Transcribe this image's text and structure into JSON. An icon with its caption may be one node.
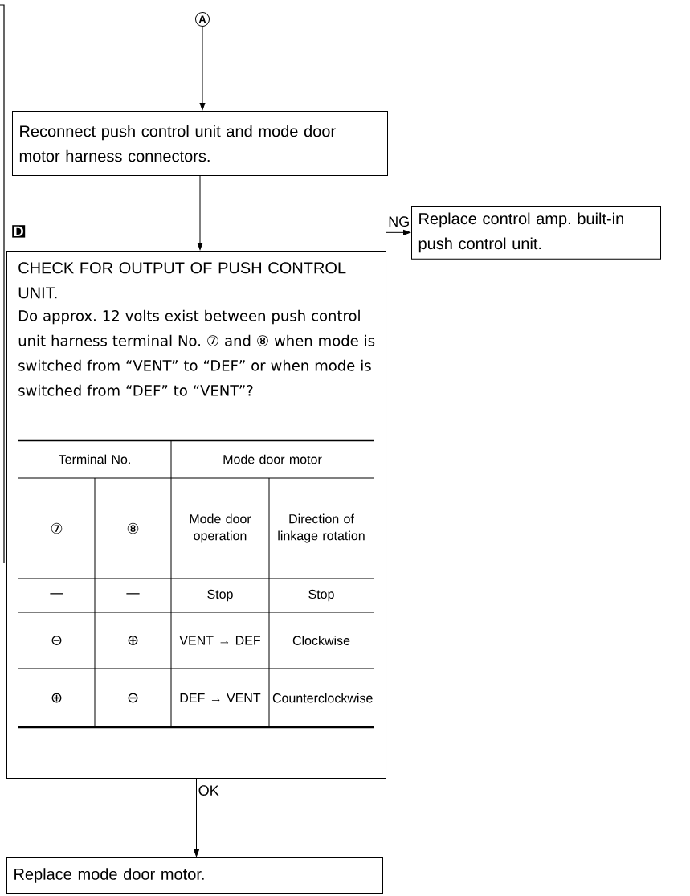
{
  "diagram": {
    "nodes": [
      {
        "text": [
          "A"
        ]
      },
      {
        "text": [
          "Reconnect push control unit and mode door motor harness connectors."
        ]
      },
      {
        "text": [
          "D",
          "CHECK FOR OUTPUT OF PUSH CONTROL UNIT.",
          "Do approx. 12 volts exist between push control unit harness terminal No. ⑦ and ⑧ when mode is switched from “VENT” to “DEF” or when mode is switched from “DEF” to “VENT”?"
        ]
      },
      {
        "text": [
          "Replace control amp. built-in push control unit."
        ]
      },
      {
        "text": [
          "Replace mode door motor."
        ]
      }
    ],
    "edges": [
      {
        "from": 0,
        "to": 1,
        "arrow": "to"
      },
      {
        "from": 1,
        "to": 2,
        "arrow": "to"
      },
      {
        "from": 2,
        "to": 3,
        "arrow": "to",
        "label": "NG"
      },
      {
        "from": 2,
        "to": 4,
        "arrow": "to",
        "label": "OK"
      }
    ],
    "labels": [
      "Terminal No.",
      "Mode door motor",
      "⑦",
      "⑧",
      "Mode door operation",
      "Direction of linkage rotation",
      "—",
      "—",
      "Stop",
      "Stop",
      "⊖",
      "⊕",
      "VENT → DEF",
      "Clockwise",
      "⊕",
      "⊖",
      "DEF → VENT",
      "Counterclockwise"
    ]
  }
}
